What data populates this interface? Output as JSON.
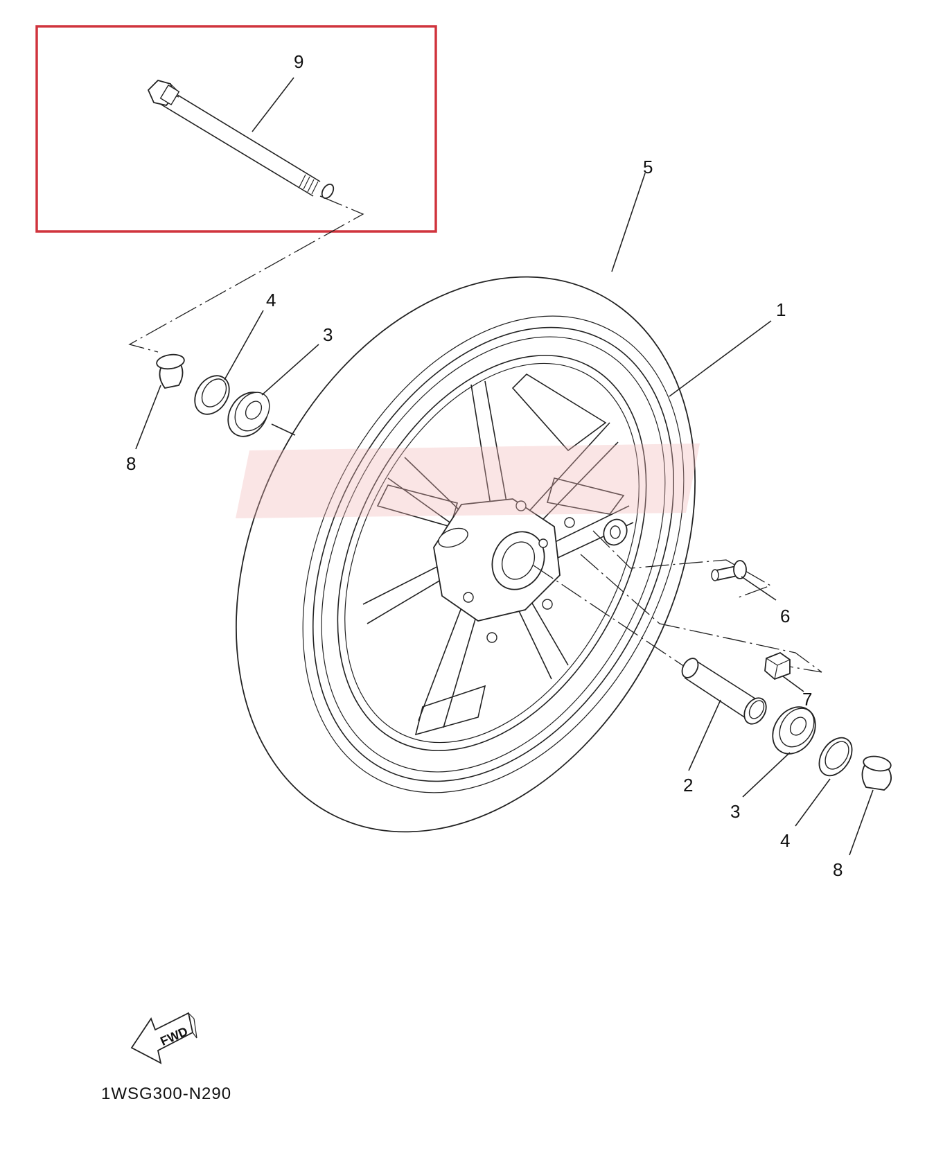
{
  "diagram": {
    "code": "1WSG300-N290",
    "fwd_label": "FWD",
    "highlight_color": "#d0343d",
    "part_labels": {
      "p9": "9",
      "p5": "5",
      "p1": "1",
      "p4_left": "4",
      "p3_left": "3",
      "p8_left": "8",
      "p6": "6",
      "p7": "7",
      "p2": "2",
      "p3_right": "3",
      "p4_right": "4",
      "p8_right": "8"
    }
  }
}
